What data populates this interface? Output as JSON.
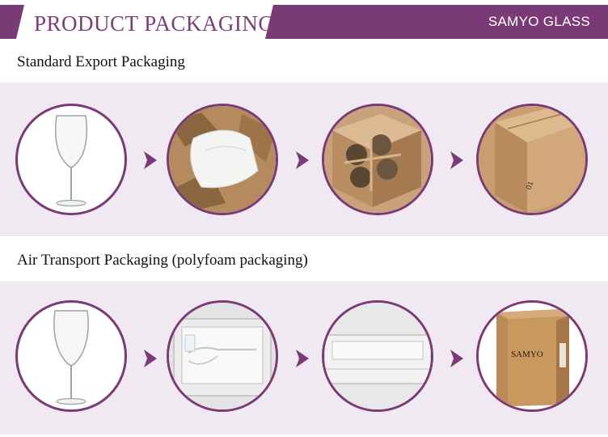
{
  "header": {
    "title": "PRODUCT PACKAGING",
    "brand": "SAMYO GLASS"
  },
  "colors": {
    "accent": "#7a3a75",
    "band": "#f1e9f1"
  },
  "sections": [
    {
      "title": "Standard Export Packaging",
      "steps": [
        "wine-glass",
        "paper-wrapped-glass",
        "carton-with-dividers",
        "sealed-carton"
      ]
    },
    {
      "title": "Air Transport Packaging (polyfoam packaging)",
      "steps": [
        "wine-glass",
        "glass-in-foam-tray",
        "closed-foam-box",
        "branded-carton"
      ]
    }
  ],
  "box_label": "SAMYO",
  "box_mark": "01"
}
